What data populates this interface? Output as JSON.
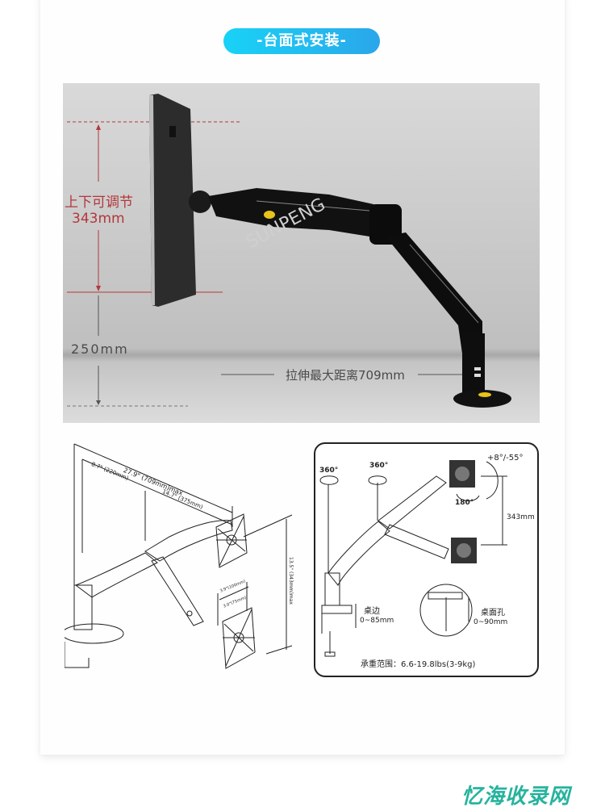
{
  "section_badge": {
    "label": "-台面式安装-",
    "gradient_from": "#18d2f6",
    "gradient_to": "#2aa6ea"
  },
  "photo": {
    "vertical_adjust_label": "上下可调节",
    "vertical_adjust_value": "343mm",
    "base_height_value": "250mm",
    "max_extension_label": "拉伸最大距离709mm",
    "accent_color": "#b3373a"
  },
  "diagram_left": {
    "total_reach": "27.9\" (709mm)max",
    "inner_reach": "8.7\" (220mm)",
    "outer_reach": "14.7\" (375mm)",
    "height_range": "13.5\" (343mm)max",
    "vesa_100": "3.9\"(100mm)",
    "vesa_75": "3.0\"(75mm)",
    "vesa_75_v": "3.0\"(75mm)",
    "vesa_100_v": "3.9\"(100mm)"
  },
  "diagram_right": {
    "pole_rotation": "360°",
    "arm_rotation": "360°",
    "tilt": "+8°/-55°",
    "swivel": "180°",
    "height_adjust": "343mm",
    "clamp_label": "桌边",
    "clamp_range": "0~85mm",
    "grommet_label": "桌面孔",
    "grommet_range": "0~90mm",
    "load_capacity": "承重范围：6.6-19.8lbs(3-9kg)"
  },
  "watermark": {
    "text": "忆海收录网",
    "color": "#27b39e"
  }
}
